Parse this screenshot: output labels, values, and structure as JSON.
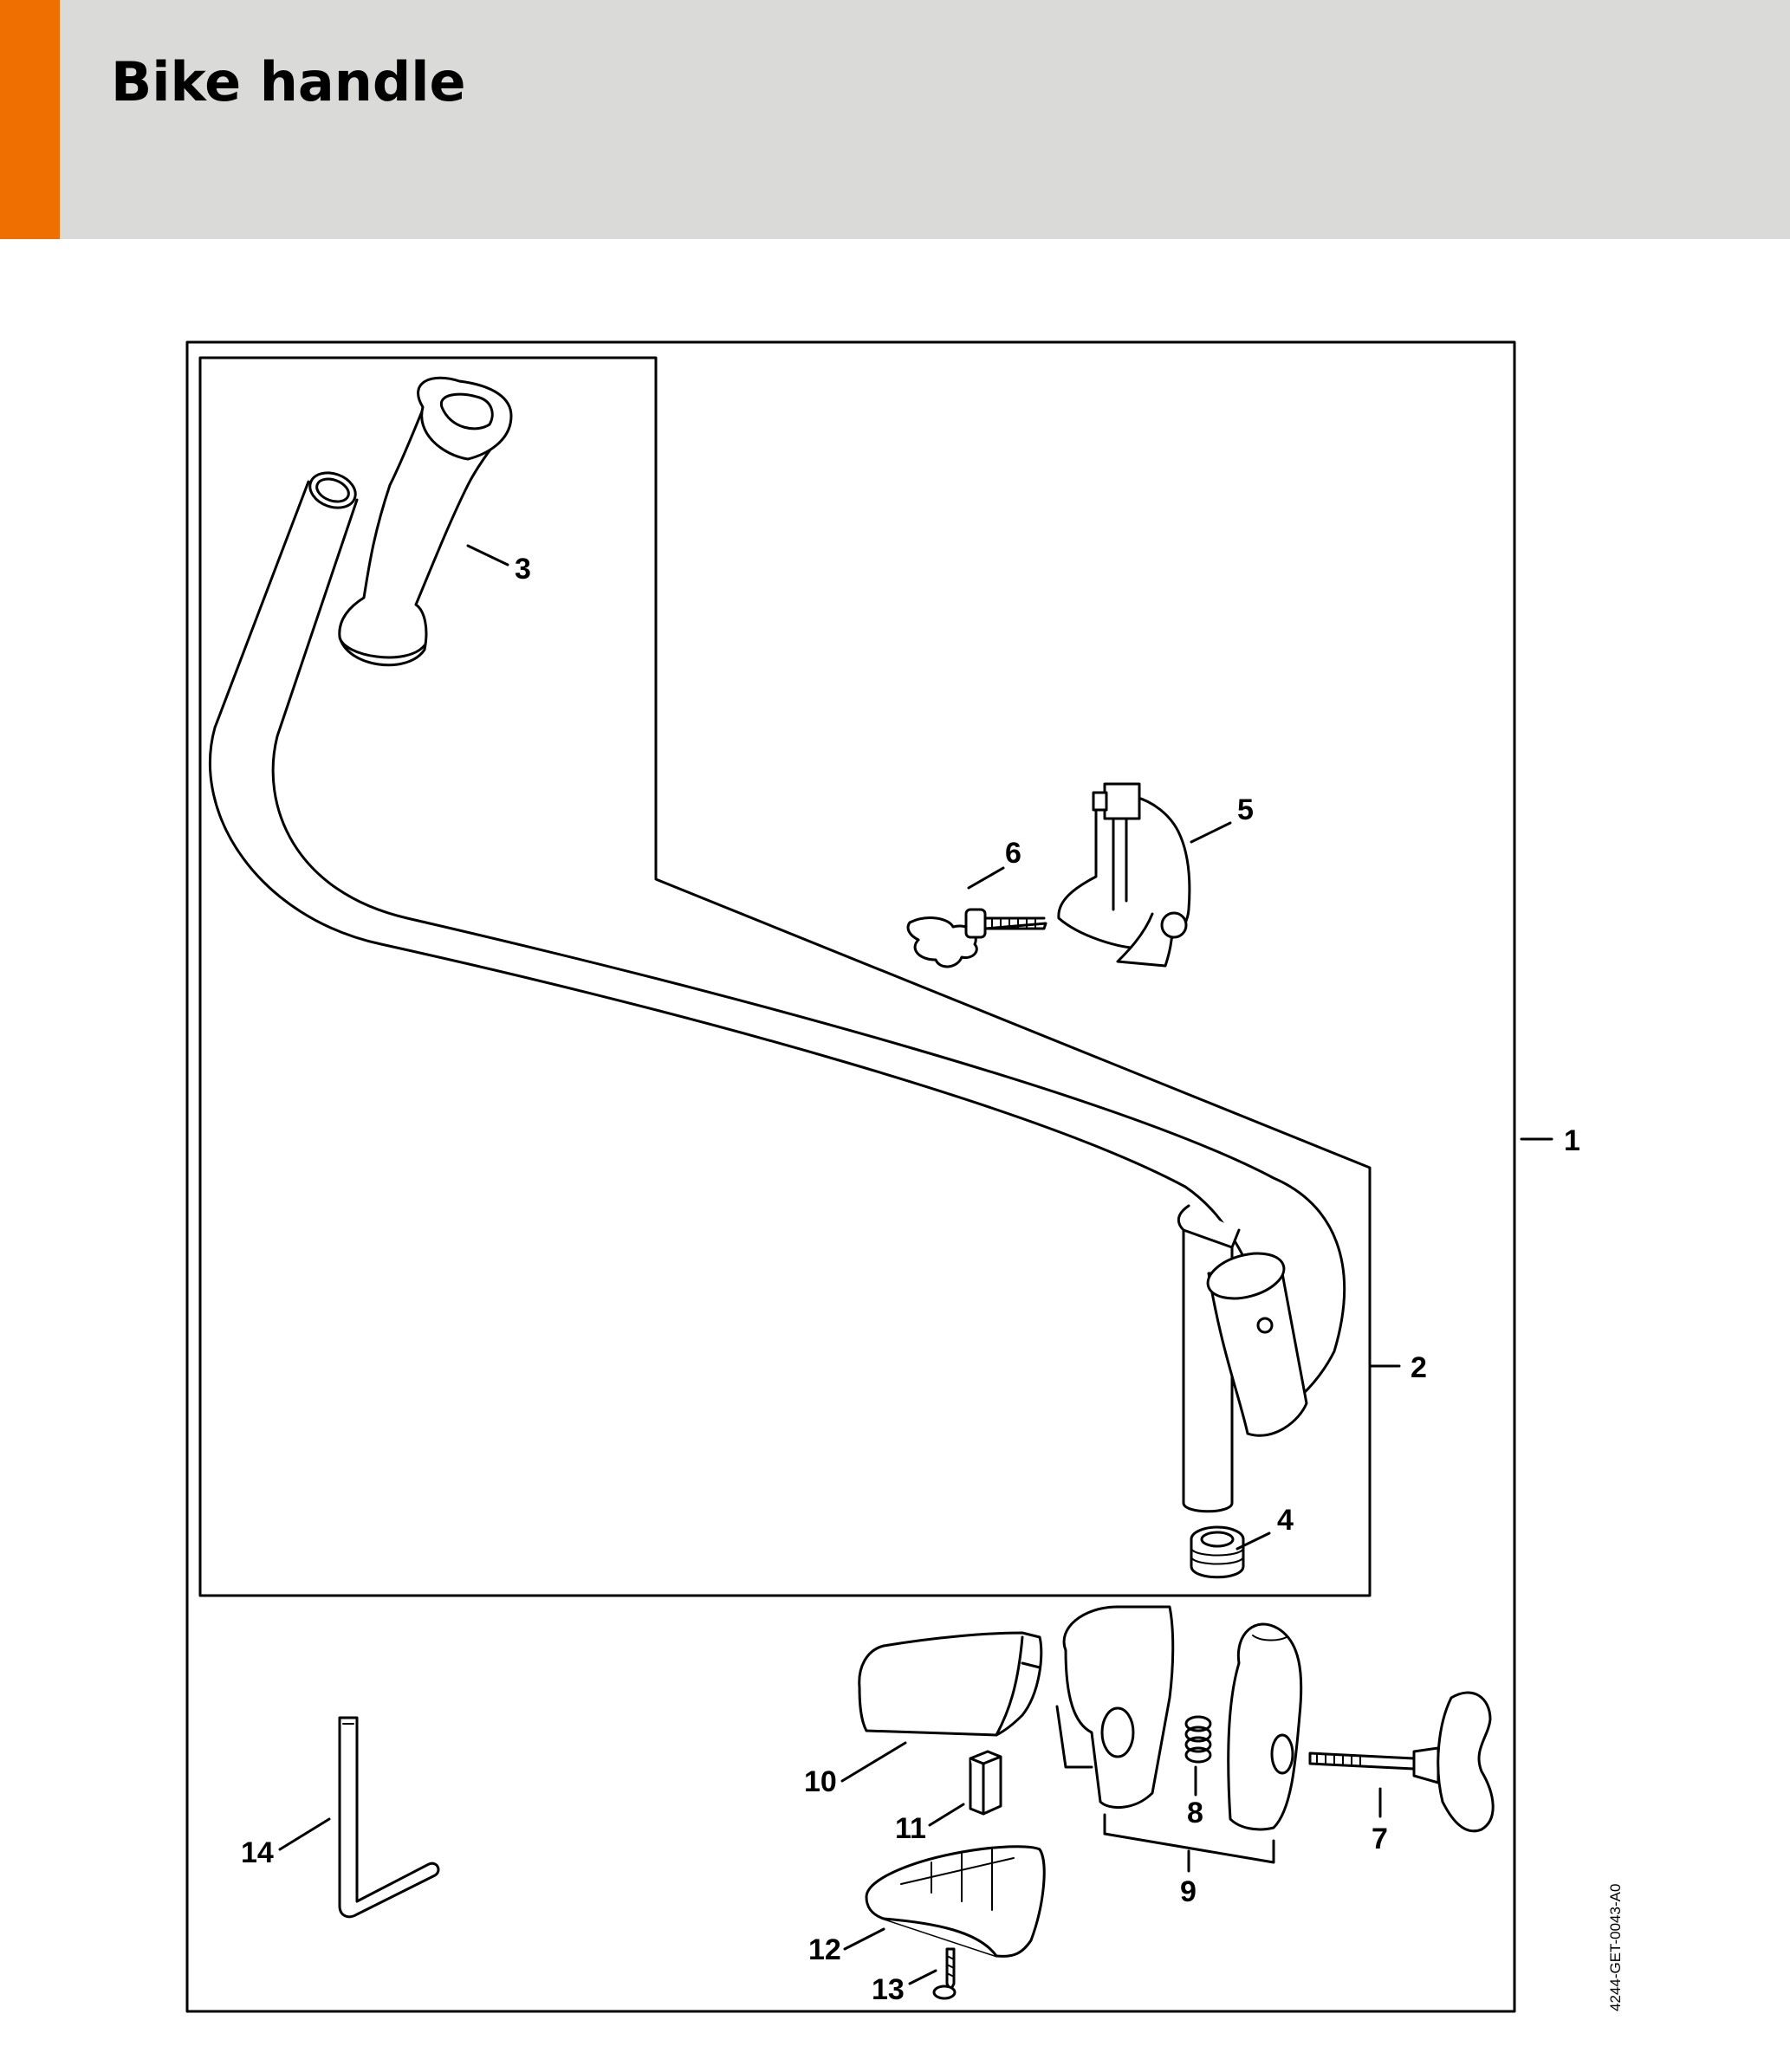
{
  "header": {
    "title": "Bike handle",
    "accent_color": "#ef6f00",
    "background_color": "#dadbd9"
  },
  "diagram": {
    "part_callouts": [
      "1",
      "2",
      "3",
      "4",
      "5",
      "6",
      "7",
      "8",
      "9",
      "10",
      "11",
      "12",
      "13",
      "14"
    ],
    "reference_code": "4244-GET-0043-A0"
  },
  "icons": {
    "parts": [
      "handlebar-tube-drawing",
      "hand-grip-drawing",
      "end-plug-drawing",
      "clamp-bracket-drawing",
      "star-knob-screw-drawing",
      "wing-bolt-drawing",
      "spring-drawing",
      "clamp-halves-drawing",
      "clamp-cover-drawing",
      "spacer-drawing",
      "clamp-base-drawing",
      "screw-drawing",
      "allen-key-drawing"
    ]
  }
}
